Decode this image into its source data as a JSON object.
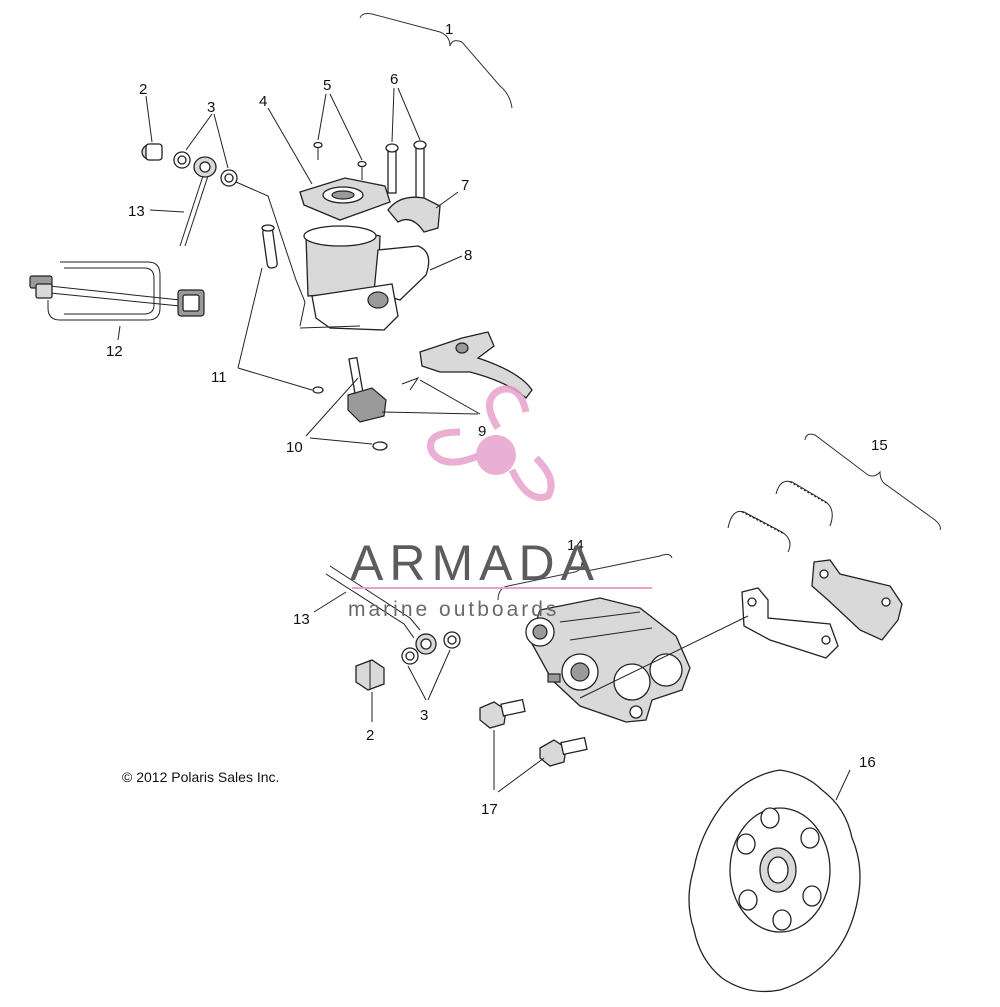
{
  "callouts": {
    "c1": "1",
    "c2a": "2",
    "c3a": "3",
    "c4": "4",
    "c5": "5",
    "c6": "6",
    "c7": "7",
    "c8": "8",
    "c9": "9",
    "c10": "10",
    "c11": "11",
    "c12": "12",
    "c13a": "13",
    "c14": "14",
    "c15": "15",
    "c16": "16",
    "c17": "17",
    "c13b": "13",
    "c2b": "2",
    "c3b": "3"
  },
  "copyright": "© 2012 Polaris Sales Inc.",
  "watermark": {
    "brand": "ARMADA",
    "tagline": "marine outboards",
    "logo_icon": "propeller-logo-icon",
    "logo_color": "#e8a2cc",
    "text_color": "#5c5c5c"
  }
}
